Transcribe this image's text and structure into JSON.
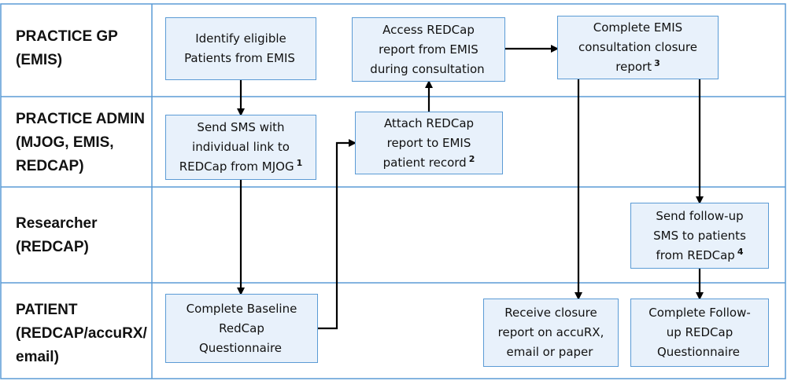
{
  "lanes": [
    {
      "id": "gp",
      "label": "PRACTICE GP\n(EMIS)"
    },
    {
      "id": "admin",
      "label": "PRACTICE ADMIN\n(MJOG, EMIS,\nREDCAP)"
    },
    {
      "id": "researcher",
      "label": "Researcher\n(REDCAP)"
    },
    {
      "id": "patient",
      "label": "PATIENT\n(REDCAP/accuRX/\nemail)"
    }
  ],
  "boxes": {
    "identify": {
      "text": "Identify eligible\nPatients from EMIS",
      "note": ""
    },
    "send_sms": {
      "text": "Send SMS with\nindividual link to\nREDCap from MJOG",
      "note": "1"
    },
    "baseline": {
      "text": "Complete Baseline\nRedCap\nQuestionnaire",
      "note": ""
    },
    "attach": {
      "text": "Attach REDCap\nreport to EMIS\npatient record",
      "note": "2"
    },
    "access": {
      "text": "Access REDCap\nreport from EMIS\nduring consultation",
      "note": ""
    },
    "closure": {
      "text": "Complete EMIS\nconsultation closure\nreport",
      "note": "3"
    },
    "receive": {
      "text": "Receive closure\nreport on accuRX,\nemail or paper",
      "note": ""
    },
    "followup_sms": {
      "text": "Send follow-up\nSMS to patients\nfrom REDCap",
      "note": "4"
    },
    "followup_q": {
      "text": "Complete Follow-\nup REDCap\nQuestionnaire",
      "note": ""
    }
  },
  "colors": {
    "box_fill": "#e8f1fb",
    "box_border": "#5b9bd5",
    "lane_border": "#5b9bd5",
    "arrow": "#000000"
  }
}
